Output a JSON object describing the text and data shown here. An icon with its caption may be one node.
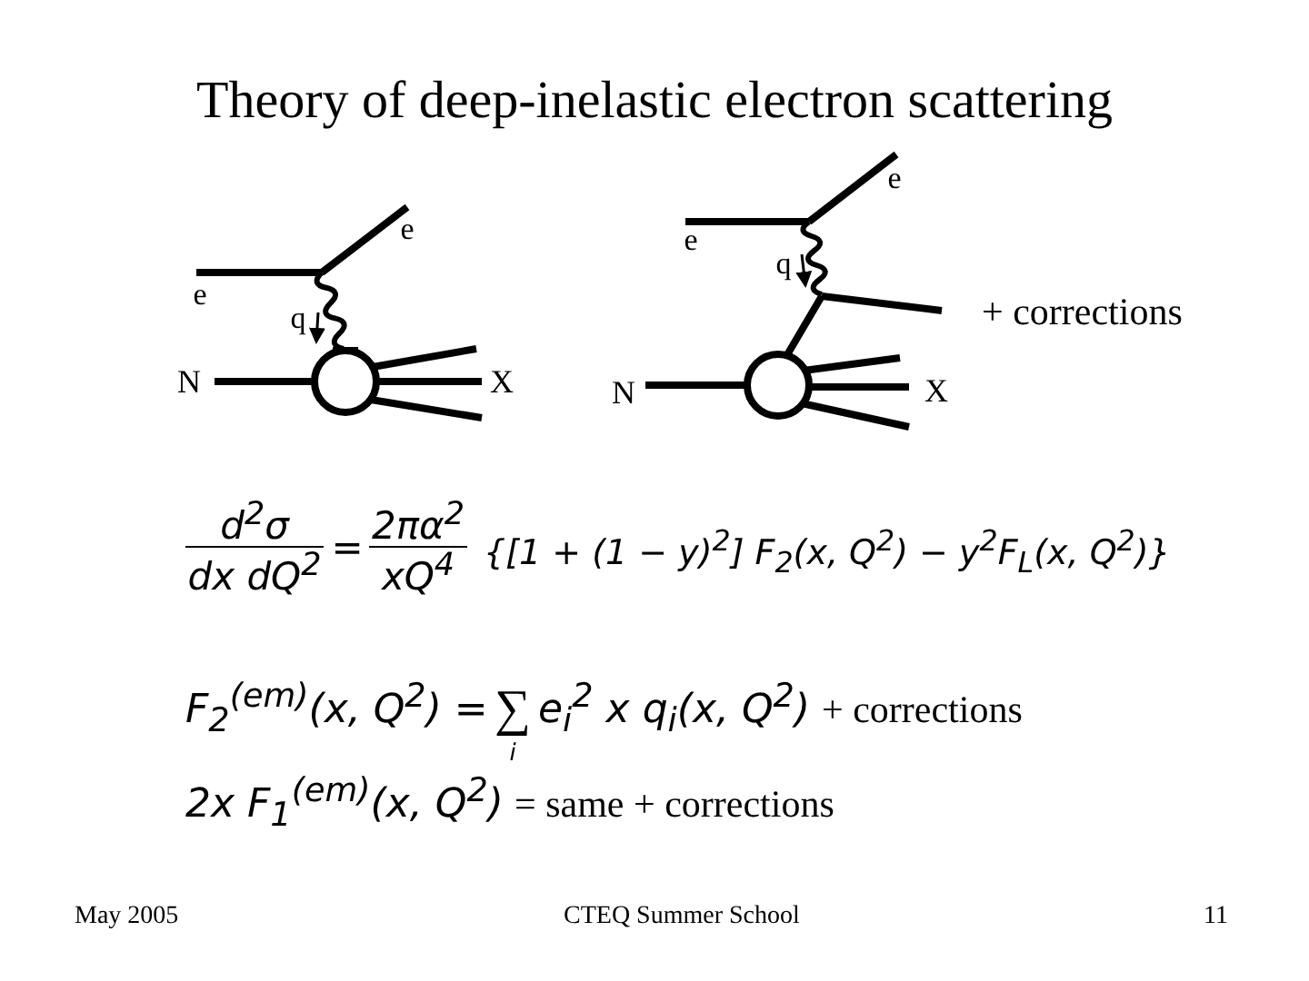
{
  "diagram": {
    "title": "Theory of deep-inelastic electron scattering",
    "labels": [
      "e",
      "e",
      "q",
      "N",
      "X",
      "e",
      "e",
      "q",
      "N",
      "X",
      "+ corrections",
      "d$^{2}$σ",
      "dx dQ$^{2}$",
      "=",
      "2πα$^{2}$",
      "xQ$^{4}$",
      "{[1 + (1 − y)$^{2}$] F$_{2}$(x, Q$^{2}$) − y$^{2}$F$_{L}$(x, Q$^{2}$)}",
      "F$_{2}$$^{(em)}$(x, Q$^{2}$) =",
      "∑",
      "i",
      "e$_{i}$$^{2}$ x q$_{i}$(x, Q$^{2}$)",
      "+ corrections",
      "2x F$_{1}$$^{(em)}$(x, Q$^{2}$)",
      "= same + corrections",
      "May 2005",
      "CTEQ Summer School",
      "11"
    ]
  }
}
